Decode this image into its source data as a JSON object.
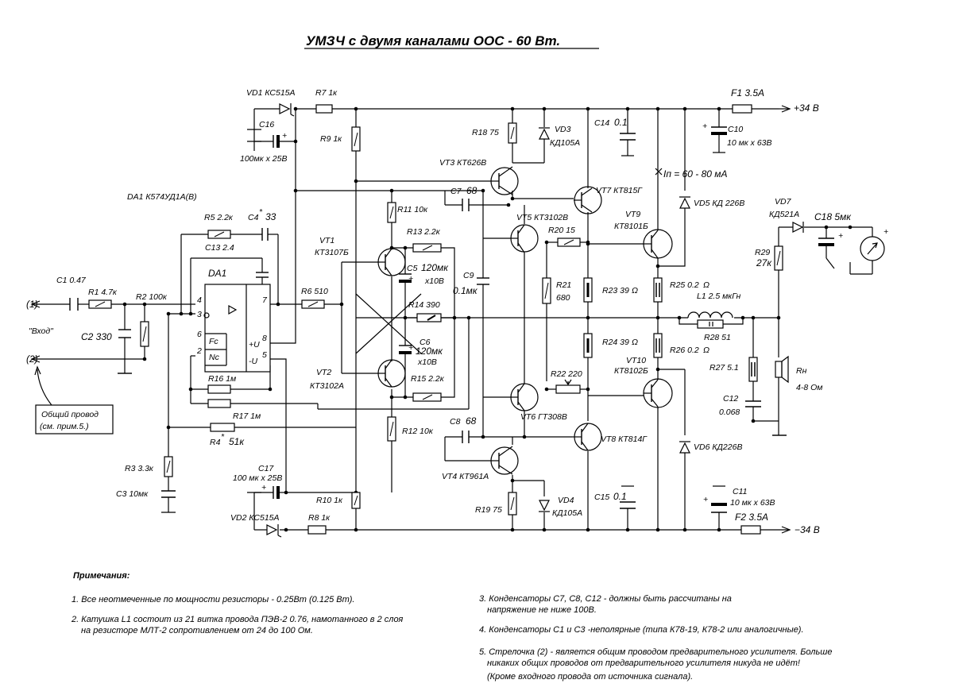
{
  "title": "УМЗЧ с двумя каналами ООС - 60 Вт.",
  "labels": {
    "vd1": "VD1  КС515А",
    "r7": "R7  1к",
    "f1": "F1  3.5А",
    "vplus": "+34 В",
    "c16": "C16",
    "c16v": "100мк x 25В",
    "r9": "R9  1к",
    "r18": "R18  75",
    "vd3": "VD3",
    "vd3t": "КД105А",
    "c14": "C14",
    "c14v": "0.1",
    "c10": "C10",
    "c10v": "10 мк х 63В",
    "vt3": "VT3  КТ626В",
    "ip": "Iп = 60 - 80 мА",
    "da1top": "DA1  К574УД1А(В)",
    "r11": "R11  10к",
    "c7": "C7",
    "c7v": "68",
    "vt7": "VT7  КТ815Г",
    "vd5": "VD5  КД 226В",
    "vd7": "VD7",
    "vd7t": "КД521А",
    "c18": "C18  5мк",
    "r5": "R5  2.2к",
    "c4": "C4",
    "c4v": "33",
    "vt5": "VT5  КТ3102В",
    "vt9": "VT9",
    "vt9t": "КТ8101Б",
    "vt1": "VT1",
    "vt1t": "КТ3107Б",
    "r13": "R13  2.2к",
    "r20": "R20  15",
    "c13": "C13  2.4",
    "r29": "R29",
    "r29v": "27к",
    "da1": "DA1",
    "c5": "C5",
    "c5v": "120мк",
    "c5v2": "x10В",
    "c9": "C9",
    "c9v": "0.1мк",
    "c1": "C1  0.47",
    "r1": "R1  4.7к",
    "r2": "R2  100к",
    "r6": "R6  510",
    "r21": "R21",
    "r21v": "680",
    "r23": "R23  39",
    "r25": "R25  0.2",
    "l1": "L1  2.5 мкГн",
    "in1": "(1)",
    "vhod": "\"Вход\"",
    "c2": "C2 330",
    "p4": "4",
    "p3": "3",
    "p6": "6",
    "p2": "2",
    "p7": "7",
    "p8": "8",
    "p5": "5",
    "fc": "Fc",
    "nc": "Nc",
    "pu": "+U",
    "mu": "-U",
    "r14": "R14  390",
    "r28": "R28  51",
    "in2": "(2)",
    "c6": "C6",
    "c6v": "120мк",
    "c6v2": "x10В",
    "r24": "R24  39",
    "r26": "R26  0.2",
    "vt10": "VT10",
    "vt10t": "КТ8102Б",
    "r27": "R27  5.1",
    "rn": "Rн",
    "rnv": "4-8 Ом",
    "r16": "R16  1м",
    "vt2": "VT2",
    "vt2t": "КТ3102А",
    "r15": "R15  2.2к",
    "r22": "R22  220",
    "common1": "Общий провод",
    "common2": "(см. прим.5.)",
    "r17": "R17  1м",
    "vt6": "VT6  ГТ308В",
    "c12": "C12",
    "c12v": "0.068",
    "r4": "R4",
    "r4v": "51к",
    "r12": "R12  10к",
    "c8": "C8",
    "c8v": "68",
    "vt8": "VT8  КТ814Г",
    "vd6": "VD6  КД226В",
    "r3": "R3  3.3к",
    "c17": "C17",
    "c17v": "100 мк х 25В",
    "vt4": "VT4  КТ961А",
    "c3": "C3  10мк",
    "r10": "R10  1к",
    "vd4": "VD4",
    "vd4t": "КД105А",
    "c15": "C15",
    "c15v": "0.1",
    "c11": "C11",
    "c11v": "10 мк х 63В",
    "r19": "R19  75",
    "vd2": "VD2  КС515А",
    "r8": "R8  1к",
    "f2": "F2  3.5А",
    "vminus": "−34 В",
    "ohm": "Ω",
    "plus": "+",
    "star": "*"
  },
  "notes": {
    "heading": "Примечания:",
    "n1": "1. Все неотмеченные по мощности резисторы - 0.25Вт (0.125 Вт).",
    "n2a": "2. Катушка L1 состоит из  21 витка  провода ПЭВ-2 0.76, намотанного в 2 слоя",
    "n2b": "на резисторе МЛТ-2 сопротивлением от 24 до 100 Ом.",
    "n3a": "3. Конденсаторы C7, C8, C12 - должны быть рассчитаны на",
    "n3b": "напряжение не ниже 100В.",
    "n4": "4. Конденсаторы C1 и C3 -неполярные (типа К78-19, К78-2  или аналогичные).",
    "n5a": "5. Стрелочка (2) - является общим проводом предварительного усилителя. Больше",
    "n5b": "никаких общих проводов от предварительного усилителя никуда не идёт!",
    "n5c": "(Кроме входного провода от источника сигнала)."
  }
}
